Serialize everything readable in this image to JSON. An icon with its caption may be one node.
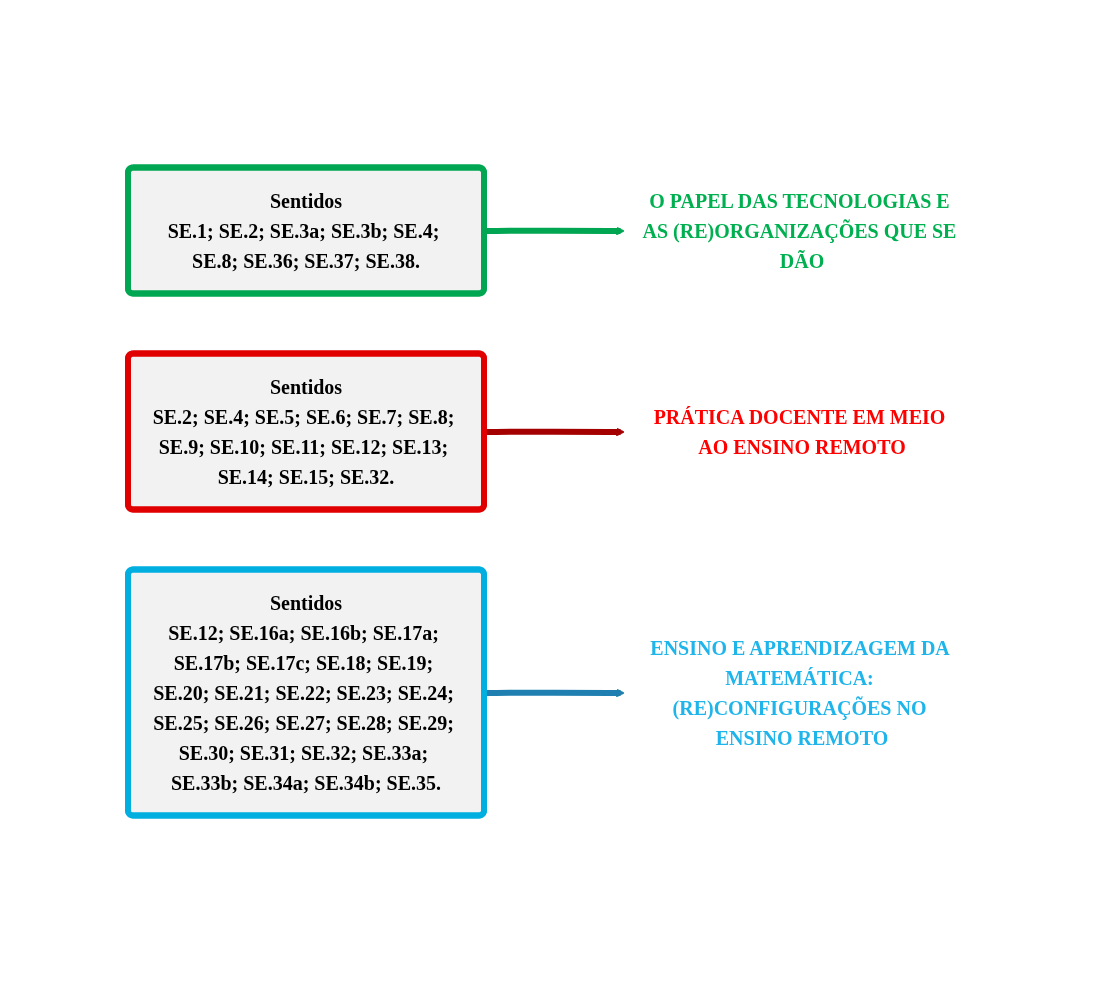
{
  "diagram": {
    "nodes": [
      {
        "text": [
          "Sentidos",
          "SE.1; SE.2; SE.3a; SE.3b; SE.4; SE.8; SE.36; SE.37; SE.38."
        ]
      },
      {
        "text": [
          "O PAPEL DAS TECNOLOGIAS E AS (RE)ORGANIZAÇÕES QUE SE DÃO"
        ]
      },
      {
        "text": [
          "Sentidos",
          "SE.2; SE.4; SE.5; SE.6; SE.7; SE.8; SE.9; SE.10; SE.11; SE.12; SE.13; SE.14; SE.15; SE.32."
        ]
      },
      {
        "text": [
          "PRÁTICA DOCENTE EM MEIO AO ENSINO REMOTO"
        ]
      },
      {
        "text": [
          "Sentidos",
          "SE.12; SE.16a; SE.16b; SE.17a; SE.17b; SE.17c; SE.18; SE.19; SE.20; SE.21; SE.22; SE.23; SE.24; SE.25; SE.26; SE.27; SE.28; SE.29; SE.30; SE.31; SE.32; SE.33a; SE.33b; SE.34a; SE.34b; SE.35."
        ]
      },
      {
        "text": [
          "ENSINO E APRENDIZAGEM DA MATEMÁTICA: (RE)CONFIGURAÇÕES NO ENSINO REMOTO"
        ]
      }
    ],
    "edges": [
      {
        "from": 0,
        "to": 1,
        "arrow": "to",
        "color": "#00a651"
      },
      {
        "from": 2,
        "to": 3,
        "arrow": "to",
        "color": "#a50000"
      },
      {
        "from": 4,
        "to": 5,
        "arrow": "to",
        "color": "#1f7fb0"
      }
    ]
  }
}
